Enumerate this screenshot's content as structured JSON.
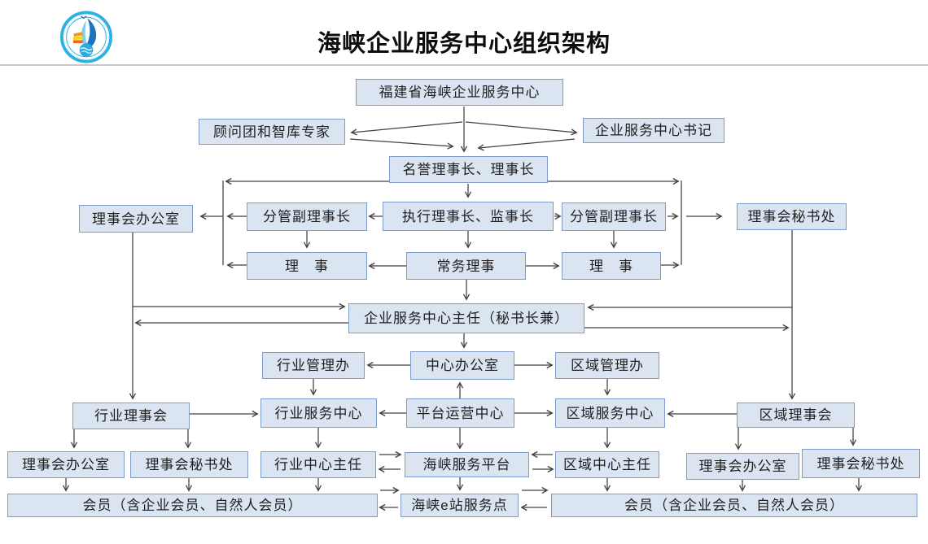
{
  "header": {
    "title": "海峡企业服务中心组织架构",
    "logo": "strait-enterprise-service-center-round-sailboat-logo"
  },
  "colors": {
    "box_fill": "#dbe5f1",
    "box_border": "#7d9cc9",
    "connector_line": "#404040",
    "title_text": "#0d0d0d",
    "logo_blue": "#2fb0e3"
  },
  "nodes": {
    "hq": {
      "label": "福建省海峡企业服务中心"
    },
    "advisors": {
      "label": "顾问团和智库专家"
    },
    "secretary": {
      "label": "企业服务中心书记"
    },
    "honorary": {
      "label": "名誉理事长、理事长"
    },
    "council_office": {
      "label": "理事会办公室"
    },
    "vice_l": {
      "label": "分管副理事长"
    },
    "executive": {
      "label": "执行理事长、监事长"
    },
    "vice_r": {
      "label": "分管副理事长"
    },
    "council_secretariat": {
      "label": "理事会秘书处"
    },
    "director_l": {
      "label": "理　事"
    },
    "standing": {
      "label": "常务理事"
    },
    "director_r": {
      "label": "理　事"
    },
    "center_director": {
      "label": "企业服务中心主任（秘书长兼）"
    },
    "industry_admin": {
      "label": "行业管理办"
    },
    "center_office": {
      "label": "中心办公室"
    },
    "region_admin": {
      "label": "区域管理办"
    },
    "industry_council": {
      "label": "行业理事会"
    },
    "industry_center": {
      "label": "行业服务中心"
    },
    "platform_center": {
      "label": "平台运营中心"
    },
    "region_center": {
      "label": "区域服务中心"
    },
    "region_council": {
      "label": "区域理事会"
    },
    "ic_office": {
      "label": "理事会办公室"
    },
    "ic_secretariat": {
      "label": "理事会秘书处"
    },
    "industry_director": {
      "label": "行业中心主任"
    },
    "strait_platform": {
      "label": "海峡服务平台"
    },
    "region_director": {
      "label": "区域中心主任"
    },
    "rc_office": {
      "label": "理事会办公室"
    },
    "rc_secretariat": {
      "label": "理事会秘书处"
    },
    "members_l": {
      "label": "会员（含企业会员、自然人会员）"
    },
    "estation": {
      "label": "海峡e站服务点"
    },
    "members_r": {
      "label": "会员（含企业会员、自然人会员）"
    }
  },
  "edges": [
    {
      "from": "hq",
      "to": "honorary"
    },
    {
      "from": "hq",
      "to": "advisors",
      "bidirectional": true
    },
    {
      "from": "hq",
      "to": "secretary",
      "bidirectional": true
    },
    {
      "from": "honorary",
      "to": "council_office"
    },
    {
      "from": "honorary",
      "to": "council_secretariat"
    },
    {
      "from": "honorary",
      "to": "executive"
    },
    {
      "from": "executive",
      "to": "vice_l"
    },
    {
      "from": "executive",
      "to": "vice_r"
    },
    {
      "from": "executive",
      "to": "standing"
    },
    {
      "from": "vice_l",
      "to": "director_l"
    },
    {
      "from": "vice_r",
      "to": "director_r"
    },
    {
      "from": "vice_l",
      "to": "council_office"
    },
    {
      "from": "vice_r",
      "to": "council_secretariat"
    },
    {
      "from": "standing",
      "to": "director_l"
    },
    {
      "from": "standing",
      "to": "director_r"
    },
    {
      "from": "standing",
      "to": "center_director"
    },
    {
      "from": "director_l",
      "to": "council_office"
    },
    {
      "from": "director_r",
      "to": "council_secretariat"
    },
    {
      "from": "council_office",
      "to": "industry_council"
    },
    {
      "from": "council_secretariat",
      "to": "region_council"
    },
    {
      "from": "council_office",
      "to": "center_director",
      "bidirectional": true
    },
    {
      "from": "council_secretariat",
      "to": "center_director",
      "bidirectional": true
    },
    {
      "from": "center_director",
      "to": "center_office"
    },
    {
      "from": "center_office",
      "to": "industry_admin"
    },
    {
      "from": "center_office",
      "to": "region_admin"
    },
    {
      "from": "platform_center",
      "to": "center_office"
    },
    {
      "from": "industry_admin",
      "to": "industry_center"
    },
    {
      "from": "region_admin",
      "to": "region_center"
    },
    {
      "from": "industry_council",
      "to": "industry_center"
    },
    {
      "from": "platform_center",
      "to": "industry_center"
    },
    {
      "from": "platform_center",
      "to": "region_center"
    },
    {
      "from": "region_council",
      "to": "region_center"
    },
    {
      "from": "industry_council",
      "to": "ic_office"
    },
    {
      "from": "industry_council",
      "to": "ic_secretariat"
    },
    {
      "from": "industry_center",
      "to": "industry_director"
    },
    {
      "from": "platform_center",
      "to": "strait_platform"
    },
    {
      "from": "region_center",
      "to": "region_director"
    },
    {
      "from": "region_council",
      "to": "rc_office"
    },
    {
      "from": "region_council",
      "to": "rc_secretariat"
    },
    {
      "from": "industry_director",
      "to": "strait_platform",
      "bidirectional": true
    },
    {
      "from": "region_director",
      "to": "strait_platform",
      "bidirectional": true
    },
    {
      "from": "strait_platform",
      "to": "estation"
    },
    {
      "from": "ic_office",
      "to": "members_l"
    },
    {
      "from": "ic_secretariat",
      "to": "members_l"
    },
    {
      "from": "industry_director",
      "to": "members_l"
    },
    {
      "from": "region_director",
      "to": "members_r"
    },
    {
      "from": "rc_office",
      "to": "members_r"
    },
    {
      "from": "rc_secretariat",
      "to": "members_r"
    },
    {
      "from": "members_l",
      "to": "estation",
      "bidirectional": true
    },
    {
      "from": "estation",
      "to": "members_r",
      "bidirectional": true
    }
  ]
}
